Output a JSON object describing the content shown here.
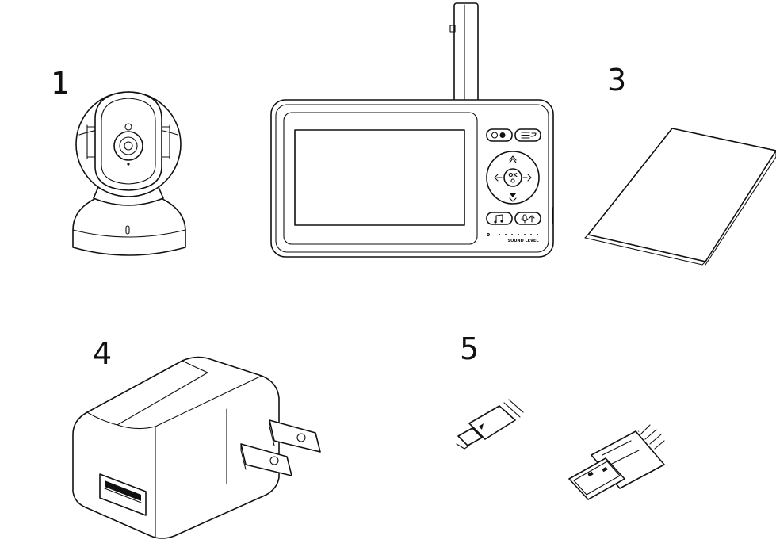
{
  "items": [
    {
      "number": "1",
      "icon": "camera-icon"
    },
    {
      "number": "",
      "icon": "monitor-icon"
    },
    {
      "number": "3",
      "icon": "manual-icon"
    },
    {
      "number": "4",
      "icon": "power-adapter-icon"
    },
    {
      "number": "5",
      "icon": "usb-cable-icon"
    }
  ],
  "monitor": {
    "ok_label": "OK",
    "sound_level_label": "SOUND LEVEL"
  }
}
